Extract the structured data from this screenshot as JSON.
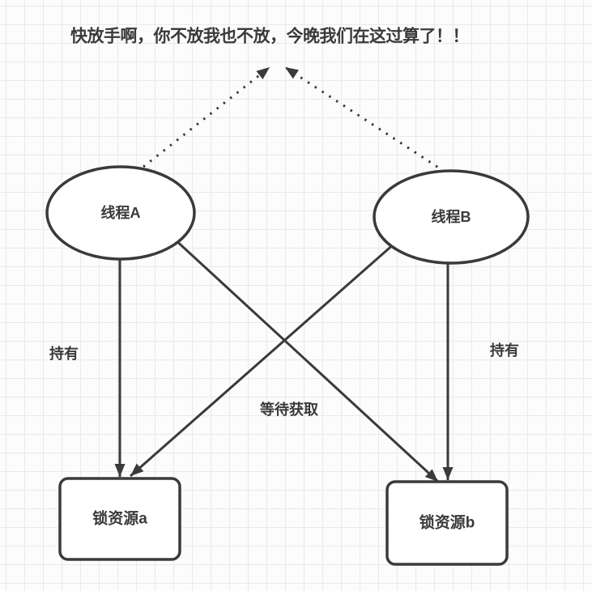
{
  "title": "快放手啊，你不放我也不放，今晚我们在这过算了！！",
  "nodes": {
    "thread_a": {
      "label": "线程A",
      "shape": "ellipse"
    },
    "thread_b": {
      "label": "线程B",
      "shape": "ellipse"
    },
    "lock_a": {
      "label": "锁资源a",
      "shape": "rounded-rect"
    },
    "lock_b": {
      "label": "锁资源b",
      "shape": "rounded-rect"
    }
  },
  "edges": {
    "hold_left": {
      "label": "持有",
      "from": "thread_a",
      "to": "lock_a",
      "style": "solid"
    },
    "hold_right": {
      "label": "持有",
      "from": "thread_b",
      "to": "lock_b",
      "style": "solid"
    },
    "wait": {
      "label": "等待获取",
      "style": "solid-cross"
    },
    "shout_left": {
      "label": "",
      "from": "thread_a",
      "style": "dotted"
    },
    "shout_right": {
      "label": "",
      "from": "thread_b",
      "style": "dotted"
    }
  },
  "colors": {
    "ink": "#3a3a3a",
    "node_fill": "#ffffff",
    "background": "#fcfcfc",
    "grid": "#e9e9e9"
  }
}
